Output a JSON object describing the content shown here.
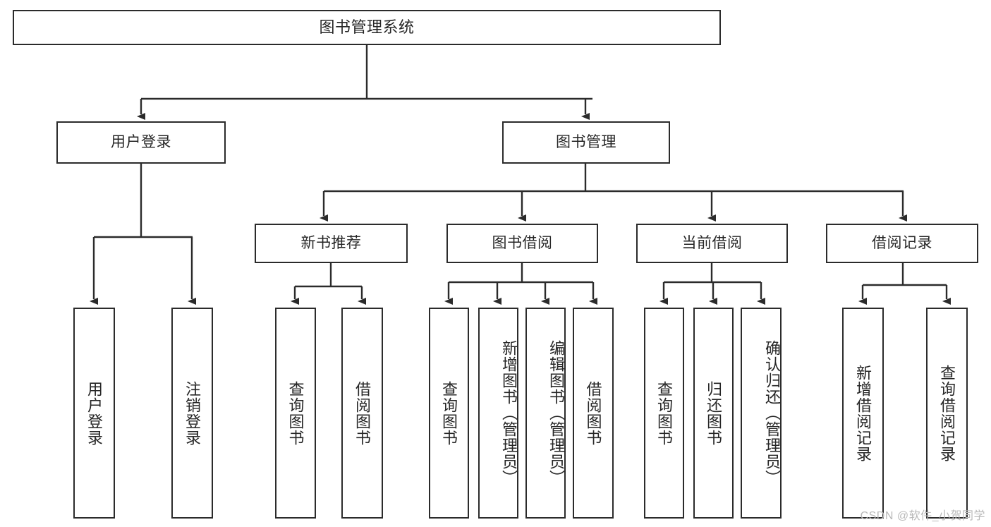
{
  "diagram": {
    "type": "tree",
    "title": "图书管理系统",
    "watermark": "CSDN @软件_小贺同学",
    "root": {
      "id": "root",
      "label": "图书管理系统"
    },
    "level2": [
      {
        "id": "user-login",
        "label": "用户登录"
      },
      {
        "id": "book-manage",
        "label": "图书管理"
      }
    ],
    "level3": [
      {
        "id": "new-book-recommend",
        "label": "新书推荐"
      },
      {
        "id": "book-borrow",
        "label": "图书借阅"
      },
      {
        "id": "current-borrow",
        "label": "当前借阅"
      },
      {
        "id": "borrow-record",
        "label": "借阅记录"
      }
    ],
    "leaves": {
      "user_login": [
        {
          "id": "leaf-user-login",
          "label": "用户登录"
        },
        {
          "id": "leaf-logout",
          "label": "注销登录"
        }
      ],
      "new_book_recommend": [
        {
          "id": "leaf-query-book-1",
          "label": "查询图书"
        },
        {
          "id": "leaf-borrow-book-1",
          "label": "借阅图书"
        }
      ],
      "book_borrow": [
        {
          "id": "leaf-query-book-2",
          "label": "查询图书"
        },
        {
          "id": "leaf-add-book",
          "label": "新增图书（管理员）"
        },
        {
          "id": "leaf-edit-book",
          "label": "编辑图书（管理员）"
        },
        {
          "id": "leaf-borrow-book-2",
          "label": "借阅图书"
        }
      ],
      "current_borrow": [
        {
          "id": "leaf-query-book-3",
          "label": "查询图书"
        },
        {
          "id": "leaf-return-book",
          "label": "归还图书"
        },
        {
          "id": "leaf-confirm-return",
          "label": "确认归还（管理员）"
        }
      ],
      "borrow_record": [
        {
          "id": "leaf-add-record",
          "label": "新增借阅记录"
        },
        {
          "id": "leaf-query-record",
          "label": "查询借阅记录"
        }
      ]
    },
    "colors": {
      "stroke": "#2b2b2b",
      "text": "#262626",
      "background": "#ffffff",
      "watermark": "#b9b9b9"
    }
  }
}
